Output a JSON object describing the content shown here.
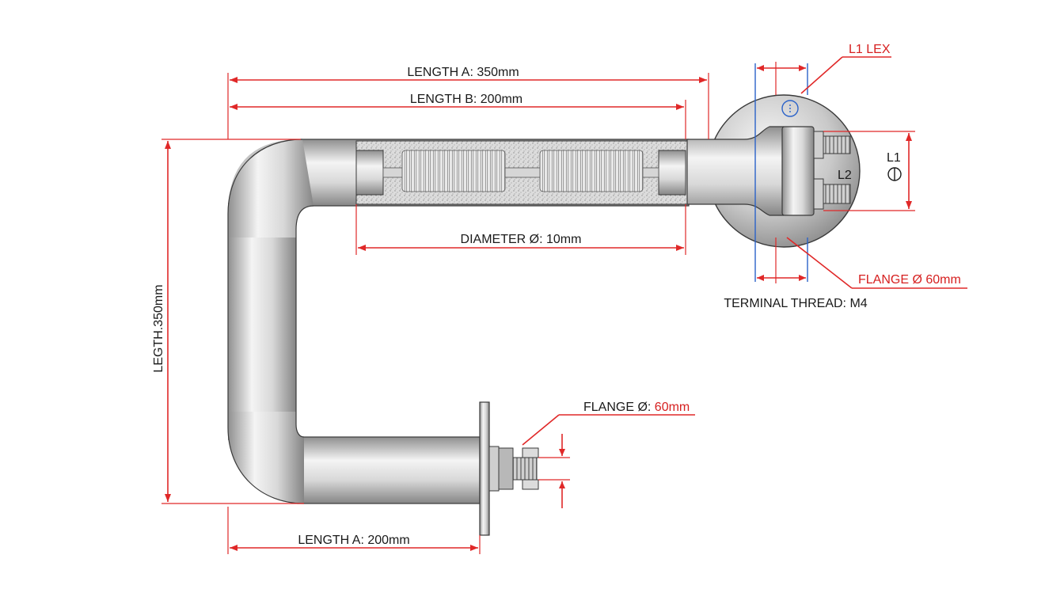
{
  "labels": {
    "length_a_top": "LENGTH A: 350mm",
    "length_b": "LENGTH B: 200mm",
    "diameter": "DIAMETER Ø: 10mm",
    "length_vertical": "LEGTH.350mm",
    "length_a_bottom": "LENGTH A: 200mm",
    "flange_small_prefix": "FLANGE Ø: ",
    "flange_small_value": "60mm",
    "l1_lex": "L1 LEX",
    "l1": "L1",
    "l2": "L2",
    "flange_large": "FLANGE Ø 60mm",
    "terminal_thread": "TERMINAL THREAD: M4"
  },
  "colors": {
    "dimension_red": "#e02828",
    "axis_blue": "#2a62c9",
    "steel_light": "#f2f2f2",
    "steel_dark": "#9a9a9a",
    "outline": "#3a3a3a"
  }
}
